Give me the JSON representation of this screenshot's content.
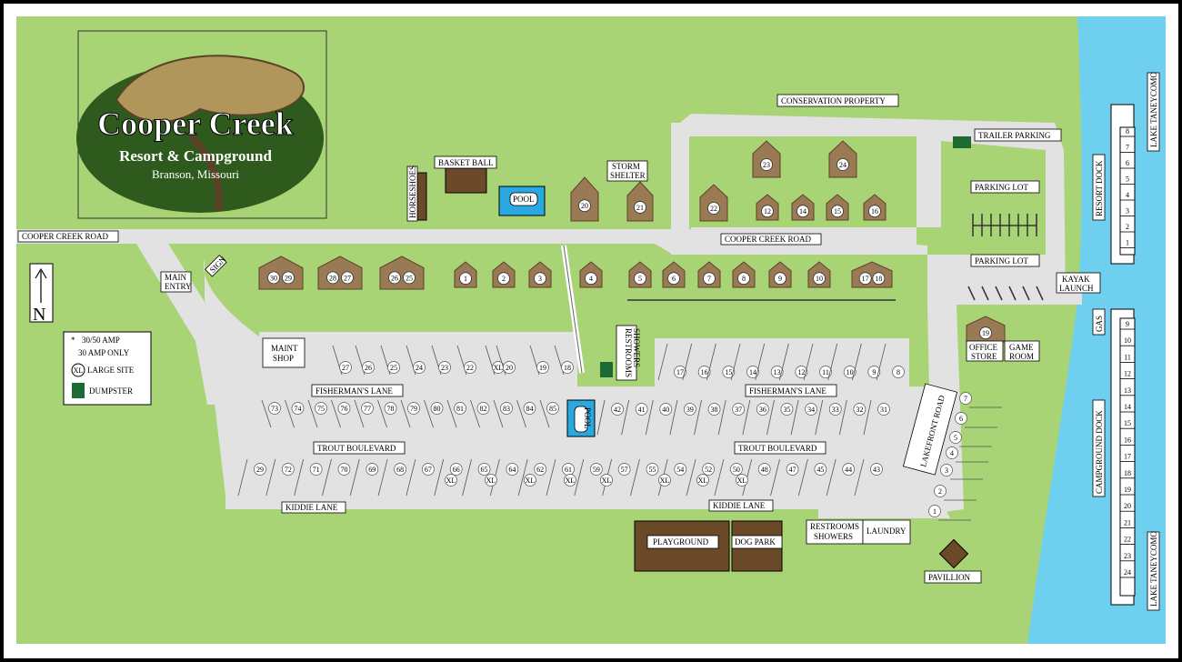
{
  "logo": {
    "line1": "Cooper Creek",
    "line2": "Resort & Campground",
    "line3": "Branson, Missouri"
  },
  "colors": {
    "grass": "#a9d475",
    "road": "#e2e2e2",
    "lake": "#6ed0ee",
    "cabin": "#9a7a55",
    "pool": "#2aa8e0",
    "dumpster": "#1d6b32",
    "building": "#6b4a2a"
  },
  "labels": {
    "conservation": "CONSERVATION PROPERTY",
    "trailer_parking": "TRAILER PARKING",
    "parking_lot_1": "PARKING LOT",
    "parking_lot_2": "PARKING LOT",
    "cooper_creek_road_west": "COOPER CREEK ROAD",
    "cooper_creek_road_mid": "COOPER CREEK ROAD",
    "main_entry_1": "MAIN",
    "main_entry_2": "ENTRY",
    "sign": "SIGN",
    "basketball": "BASKET BALL",
    "horseshoes": "HORSESHOES",
    "pool_top": "POOL",
    "pool_mid": "POOL",
    "storm_1": "STORM",
    "storm_2": "SHELTER",
    "maint_1": "MAINT",
    "maint_2": "SHOP",
    "restrooms_mid_1": "RESTROOMS",
    "restrooms_mid_2": "SHOWERS",
    "fishermans_lane_w": "FISHERMAN'S LANE",
    "fishermans_lane_e": "FISHERMAN'S LANE",
    "trout_blvd_w": "TROUT BOULEVARD",
    "trout_blvd_e": "TROUT BOULEVARD",
    "kiddie_lane_w": "KIDDIE LANE",
    "kiddie_lane_e": "KIDDIE LANE",
    "lakefront_road": "LAKEFRONT ROAD",
    "office_1": "OFFICE",
    "office_2": "STORE",
    "game_1": "GAME",
    "game_2": "ROOM",
    "kayak_1": "KAYAK",
    "kayak_2": "LAUNCH",
    "gas": "GAS",
    "resort_dock": "RESORT DOCK",
    "campground_dock": "CAMPGROUND DOCK",
    "lake_top": "LAKE TANEYCOMO",
    "lake_bottom": "LAKE TANEYCOMO",
    "playground": "PLAYGROUND",
    "dog_park": "DOG PARK",
    "restrooms_bottom_1": "RESTROOMS",
    "restrooms_bottom_2": "SHOWERS",
    "laundry": "LAUNDRY",
    "pavillion": "PAVILLION",
    "north": "N"
  },
  "legend": {
    "amp3050": "30/50 AMP",
    "amp30": "30 AMP ONLY",
    "xl_symbol": "XL",
    "large_site": "LARGE SITE",
    "dumpster": "DUMPSTER"
  },
  "cabins": {
    "top": [
      "23",
      "24",
      "20",
      "21",
      "22",
      "12",
      "14",
      "15",
      "16"
    ],
    "row": [
      "30",
      "29",
      "28",
      "27",
      "26",
      "25",
      "1",
      "2",
      "3",
      "4",
      "5",
      "6",
      "7",
      "8",
      "9",
      "10",
      "17",
      "18"
    ],
    "office": "19"
  },
  "sites": {
    "upper_west": [
      "27",
      "26",
      "25",
      "24",
      "23",
      "22",
      "XL",
      "20",
      "19",
      "18"
    ],
    "upper_east": [
      "17",
      "16",
      "15",
      "14",
      "13",
      "12",
      "11",
      "10",
      "9",
      "8"
    ],
    "mid_west": [
      "73",
      "74",
      "75",
      "76",
      "77",
      "78",
      "79",
      "80",
      "81",
      "82",
      "83",
      "84",
      "85"
    ],
    "mid_east": [
      "42",
      "41",
      "40",
      "39",
      "38",
      "37",
      "36",
      "35",
      "34",
      "33",
      "32",
      "31"
    ],
    "low_a": [
      "29",
      "72",
      "71",
      "70",
      "69",
      "68",
      "67",
      "66",
      "65",
      "64",
      "62",
      "61",
      "59",
      "57",
      "55",
      "54",
      "52",
      "50",
      "48",
      "47",
      "45",
      "44",
      "43"
    ],
    "low_b": [
      "XL",
      "XL",
      "XL",
      "XL",
      "XL",
      "XL",
      "XL",
      "XL"
    ],
    "lakefront": [
      "7",
      "6",
      "5",
      "4",
      "3",
      "2",
      "1"
    ]
  },
  "docks": {
    "resort": [
      "8",
      "7",
      "6",
      "5",
      "4",
      "3",
      "2",
      "1"
    ],
    "campground": [
      "9",
      "10",
      "11",
      "12",
      "13",
      "14",
      "15",
      "16",
      "17",
      "18",
      "19",
      "20",
      "21",
      "22",
      "23",
      "24"
    ]
  }
}
